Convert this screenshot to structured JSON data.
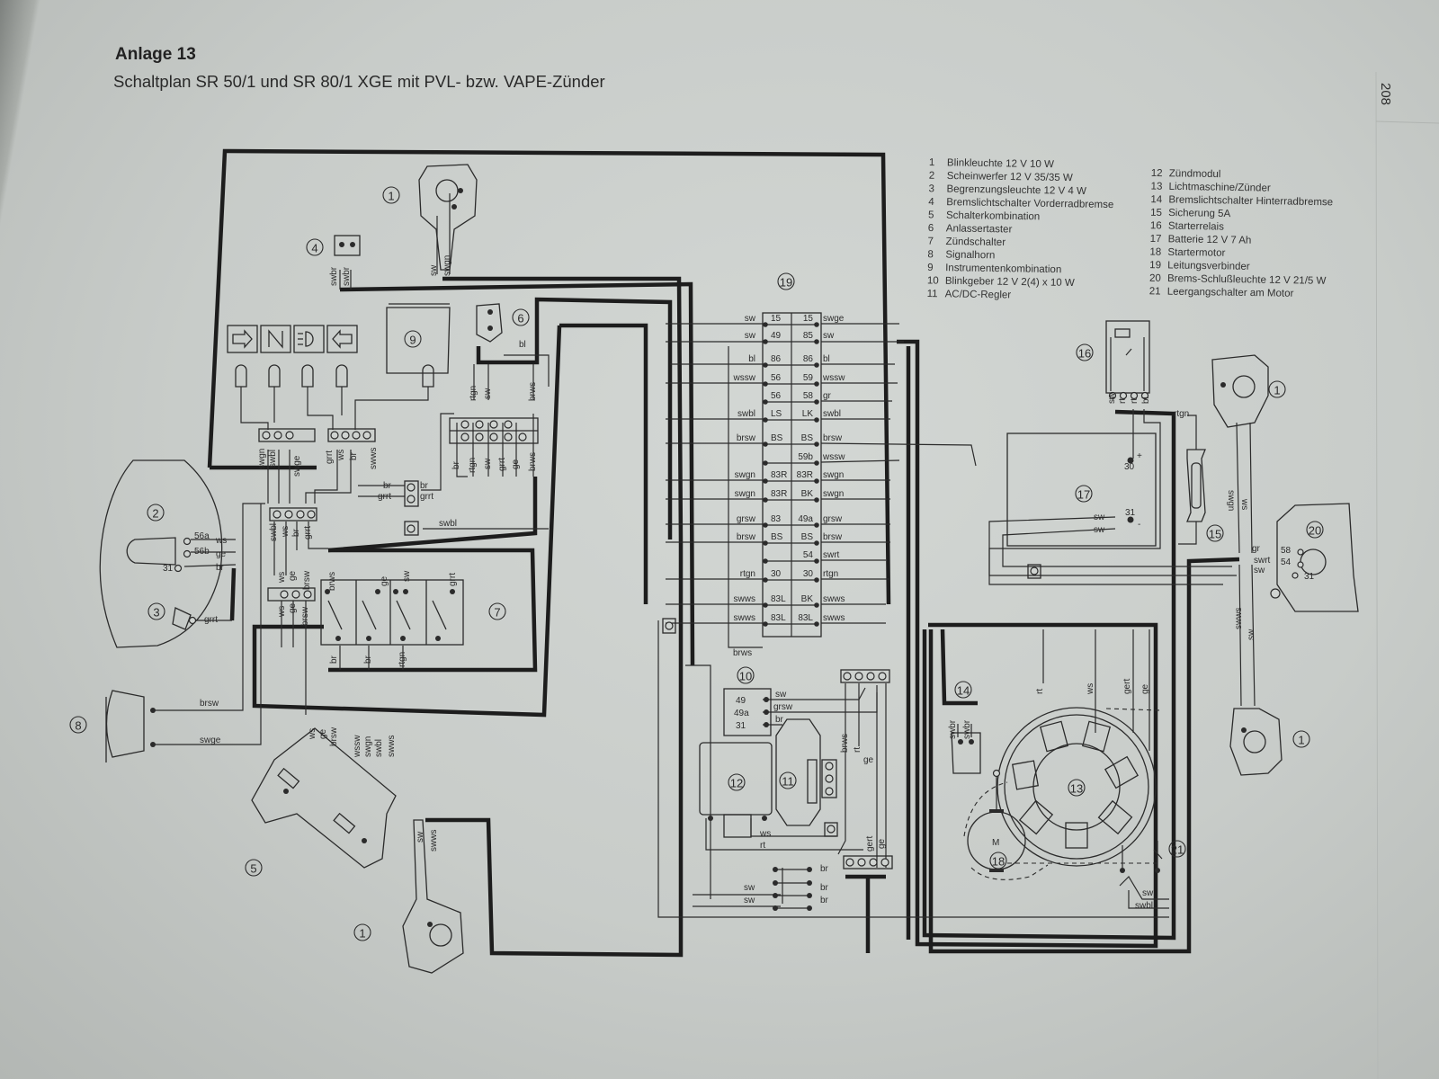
{
  "header": {
    "title": "Anlage 13",
    "subtitle": "Schaltplan SR 50/1 und SR 80/1 XGE mit PVL- bzw. VAPE-Zünder",
    "page_number": "208"
  },
  "legend": [
    {
      "num": "1",
      "text": "Blinkleuchte 12 V 10 W"
    },
    {
      "num": "2",
      "text": "Scheinwerfer 12 V 35/35 W"
    },
    {
      "num": "3",
      "text": "Begrenzungsleuchte 12 V 4 W"
    },
    {
      "num": "4",
      "text": "Bremslichtschalter Vorderradbremse"
    },
    {
      "num": "5",
      "text": "Schalterkombination"
    },
    {
      "num": "6",
      "text": "Anlassertaster"
    },
    {
      "num": "7",
      "text": "Zündschalter"
    },
    {
      "num": "8",
      "text": "Signalhorn"
    },
    {
      "num": "9",
      "text": "Instrumentenkombination"
    },
    {
      "num": "10",
      "text": "Blinkgeber 12 V 2(4) x 10 W"
    },
    {
      "num": "11",
      "text": "AC/DC-Regler"
    },
    {
      "num": "12",
      "text": "Zündmodul"
    },
    {
      "num": "13",
      "text": "Lichtmaschine/Zünder"
    },
    {
      "num": "14",
      "text": "Bremslichtschalter Hinterradbremse"
    },
    {
      "num": "15",
      "text": "Sicherung 5A"
    },
    {
      "num": "16",
      "text": "Starterrelais"
    },
    {
      "num": "17",
      "text": "Batterie 12 V 7 Ah"
    },
    {
      "num": "18",
      "text": "Startermotor"
    },
    {
      "num": "19",
      "text": "Leitungsverbinder"
    },
    {
      "num": "20",
      "text": "Brems-Schlußleuchte 12 V 21/5 W"
    },
    {
      "num": "21",
      "text": "Leergangschalter am Motor"
    }
  ],
  "connector_19": {
    "rows": [
      [
        "sw",
        "15",
        "15",
        "swge"
      ],
      [
        "sw",
        "49",
        "85",
        "sw"
      ],
      [
        "bl",
        "86",
        "86",
        "bl"
      ],
      [
        "wssw",
        "56",
        "59",
        "wssw"
      ],
      [
        "",
        "56",
        "58",
        "gr"
      ],
      [
        "swbl",
        "LS",
        "LK",
        "swbl"
      ],
      [
        "brsw",
        "BS",
        "BS",
        "brsw"
      ],
      [
        "",
        "",
        "59b",
        "wssw"
      ],
      [
        "swgn",
        "83R",
        "83R",
        "swgn"
      ],
      [
        "swgn",
        "83R",
        "BK",
        "swgn"
      ],
      [
        "grsw",
        "83",
        "49a",
        "grsw"
      ],
      [
        "brsw",
        "BS",
        "BS",
        "brsw"
      ],
      [
        "",
        "",
        "54",
        "swrt"
      ],
      [
        "rtgn",
        "30",
        "30",
        "rtgn"
      ],
      [
        "swws",
        "83L",
        "BK",
        "swws"
      ],
      [
        "swws",
        "83L",
        "83L",
        "swws"
      ]
    ]
  },
  "wire_labels": [
    "sw",
    "swgn",
    "swbr",
    "swbr",
    "bl",
    "rtgn",
    "sw",
    "brws",
    "swgn",
    "swbl",
    "swge",
    "grrt",
    "ws",
    "br",
    "swws",
    "br",
    "rtgn",
    "sw",
    "grrt",
    "ge",
    "brws",
    "br",
    "grrt",
    "br",
    "grrt",
    "swbl",
    "swbl",
    "ws",
    "br",
    "grrt",
    "ws",
    "ge",
    "brsw",
    "ws",
    "ge",
    "brsw",
    "brws",
    "ge",
    "sw",
    "grrt",
    "br",
    "br",
    "rtgn",
    "ws",
    "ge",
    "br",
    "grrt",
    "brsw",
    "swge",
    "ws",
    "ge",
    "brsw",
    "wssw",
    "swgn",
    "swbl",
    "swws",
    "sw",
    "swws",
    "brws",
    "sw",
    "grsw",
    "br",
    "brws",
    "rt",
    "ge",
    "ws",
    "rt",
    "gert",
    "ge",
    "br",
    "br",
    "br",
    "sw",
    "sw",
    "swbr",
    "swbr",
    "rt",
    "ws",
    "gert",
    "ge",
    "sw",
    "swbl",
    "sw",
    "rt",
    "rt",
    "bl",
    "rtgn",
    "sw",
    "sw",
    "swgn",
    "ws",
    "gr",
    "swrt",
    "sw",
    "swws",
    "sw"
  ],
  "terminal_labels": [
    "56a",
    "56b",
    "31",
    "49",
    "49a",
    "31",
    "30",
    "+",
    "31",
    "-",
    "58",
    "54",
    "31",
    "M"
  ],
  "colors": {
    "ink": "#2b2b2b",
    "paper": "#cdd1ce"
  }
}
